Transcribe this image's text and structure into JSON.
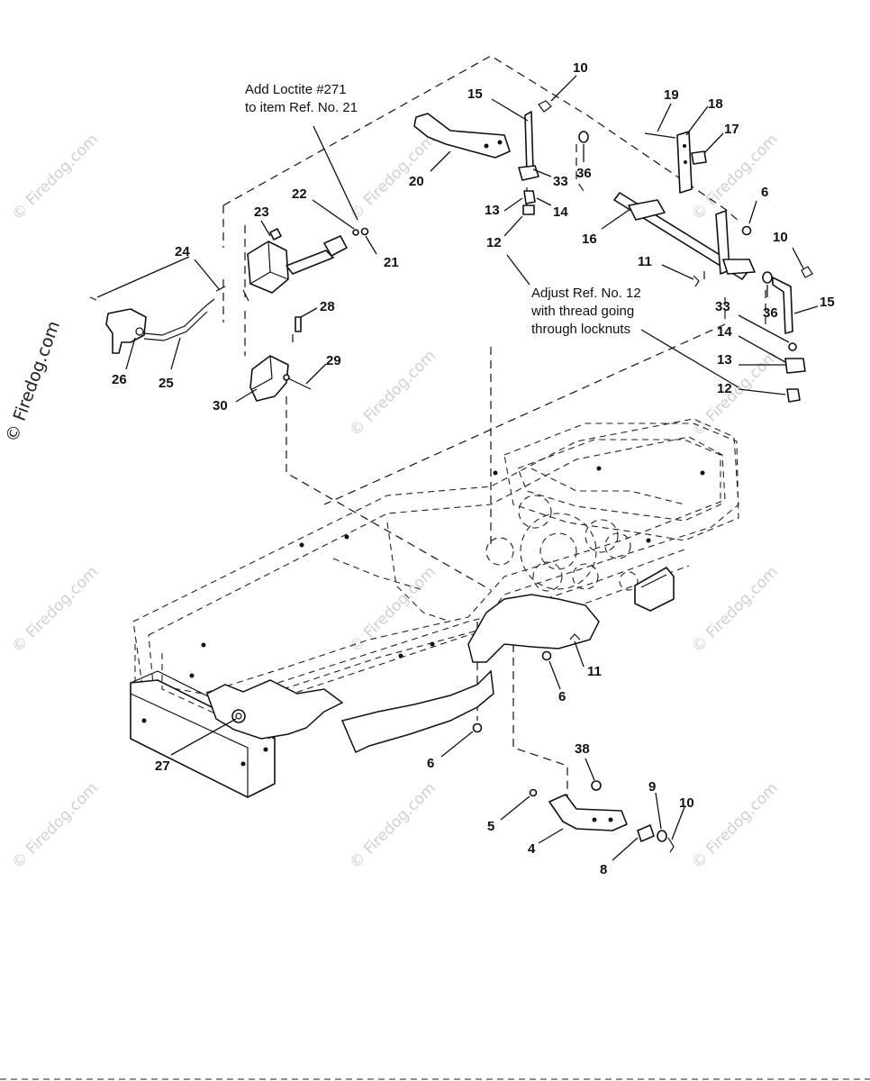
{
  "watermark": {
    "text": "© Firedog.com",
    "side_text": "© Firedog.com"
  },
  "notes": {
    "loctite_line1": "Add Loctite #271",
    "loctite_line2": "to item Ref. No. 21",
    "adjust_line1": "Adjust Ref. No. 12",
    "adjust_line2": "with thread going",
    "adjust_line3": "through locknuts"
  },
  "callouts": {
    "c10a": "10",
    "c15a": "15",
    "c19": "19",
    "c18": "18",
    "c17": "17",
    "c20": "20",
    "c33a": "33",
    "c36a": "36",
    "c13a": "13",
    "c14a": "14",
    "c12a": "12",
    "c16": "16",
    "c6a": "6",
    "c10b": "10",
    "c11a": "11",
    "c15b": "15",
    "c36b": "36",
    "c33b": "33",
    "c14b": "14",
    "c13b": "13",
    "c12b": "12",
    "c22": "22",
    "c23": "23",
    "c21": "21",
    "c24": "24",
    "c28": "28",
    "c26": "26",
    "c25": "25",
    "c29": "29",
    "c30": "30",
    "c11b": "11",
    "c6b": "6",
    "c27": "27",
    "c6c": "6",
    "c38": "38",
    "c9": "9",
    "c10c": "10",
    "c5": "5",
    "c4": "4",
    "c8": "8"
  },
  "colors": {
    "ink": "#111111",
    "watermark": "#cfcfcf",
    "paper": "#ffffff"
  }
}
